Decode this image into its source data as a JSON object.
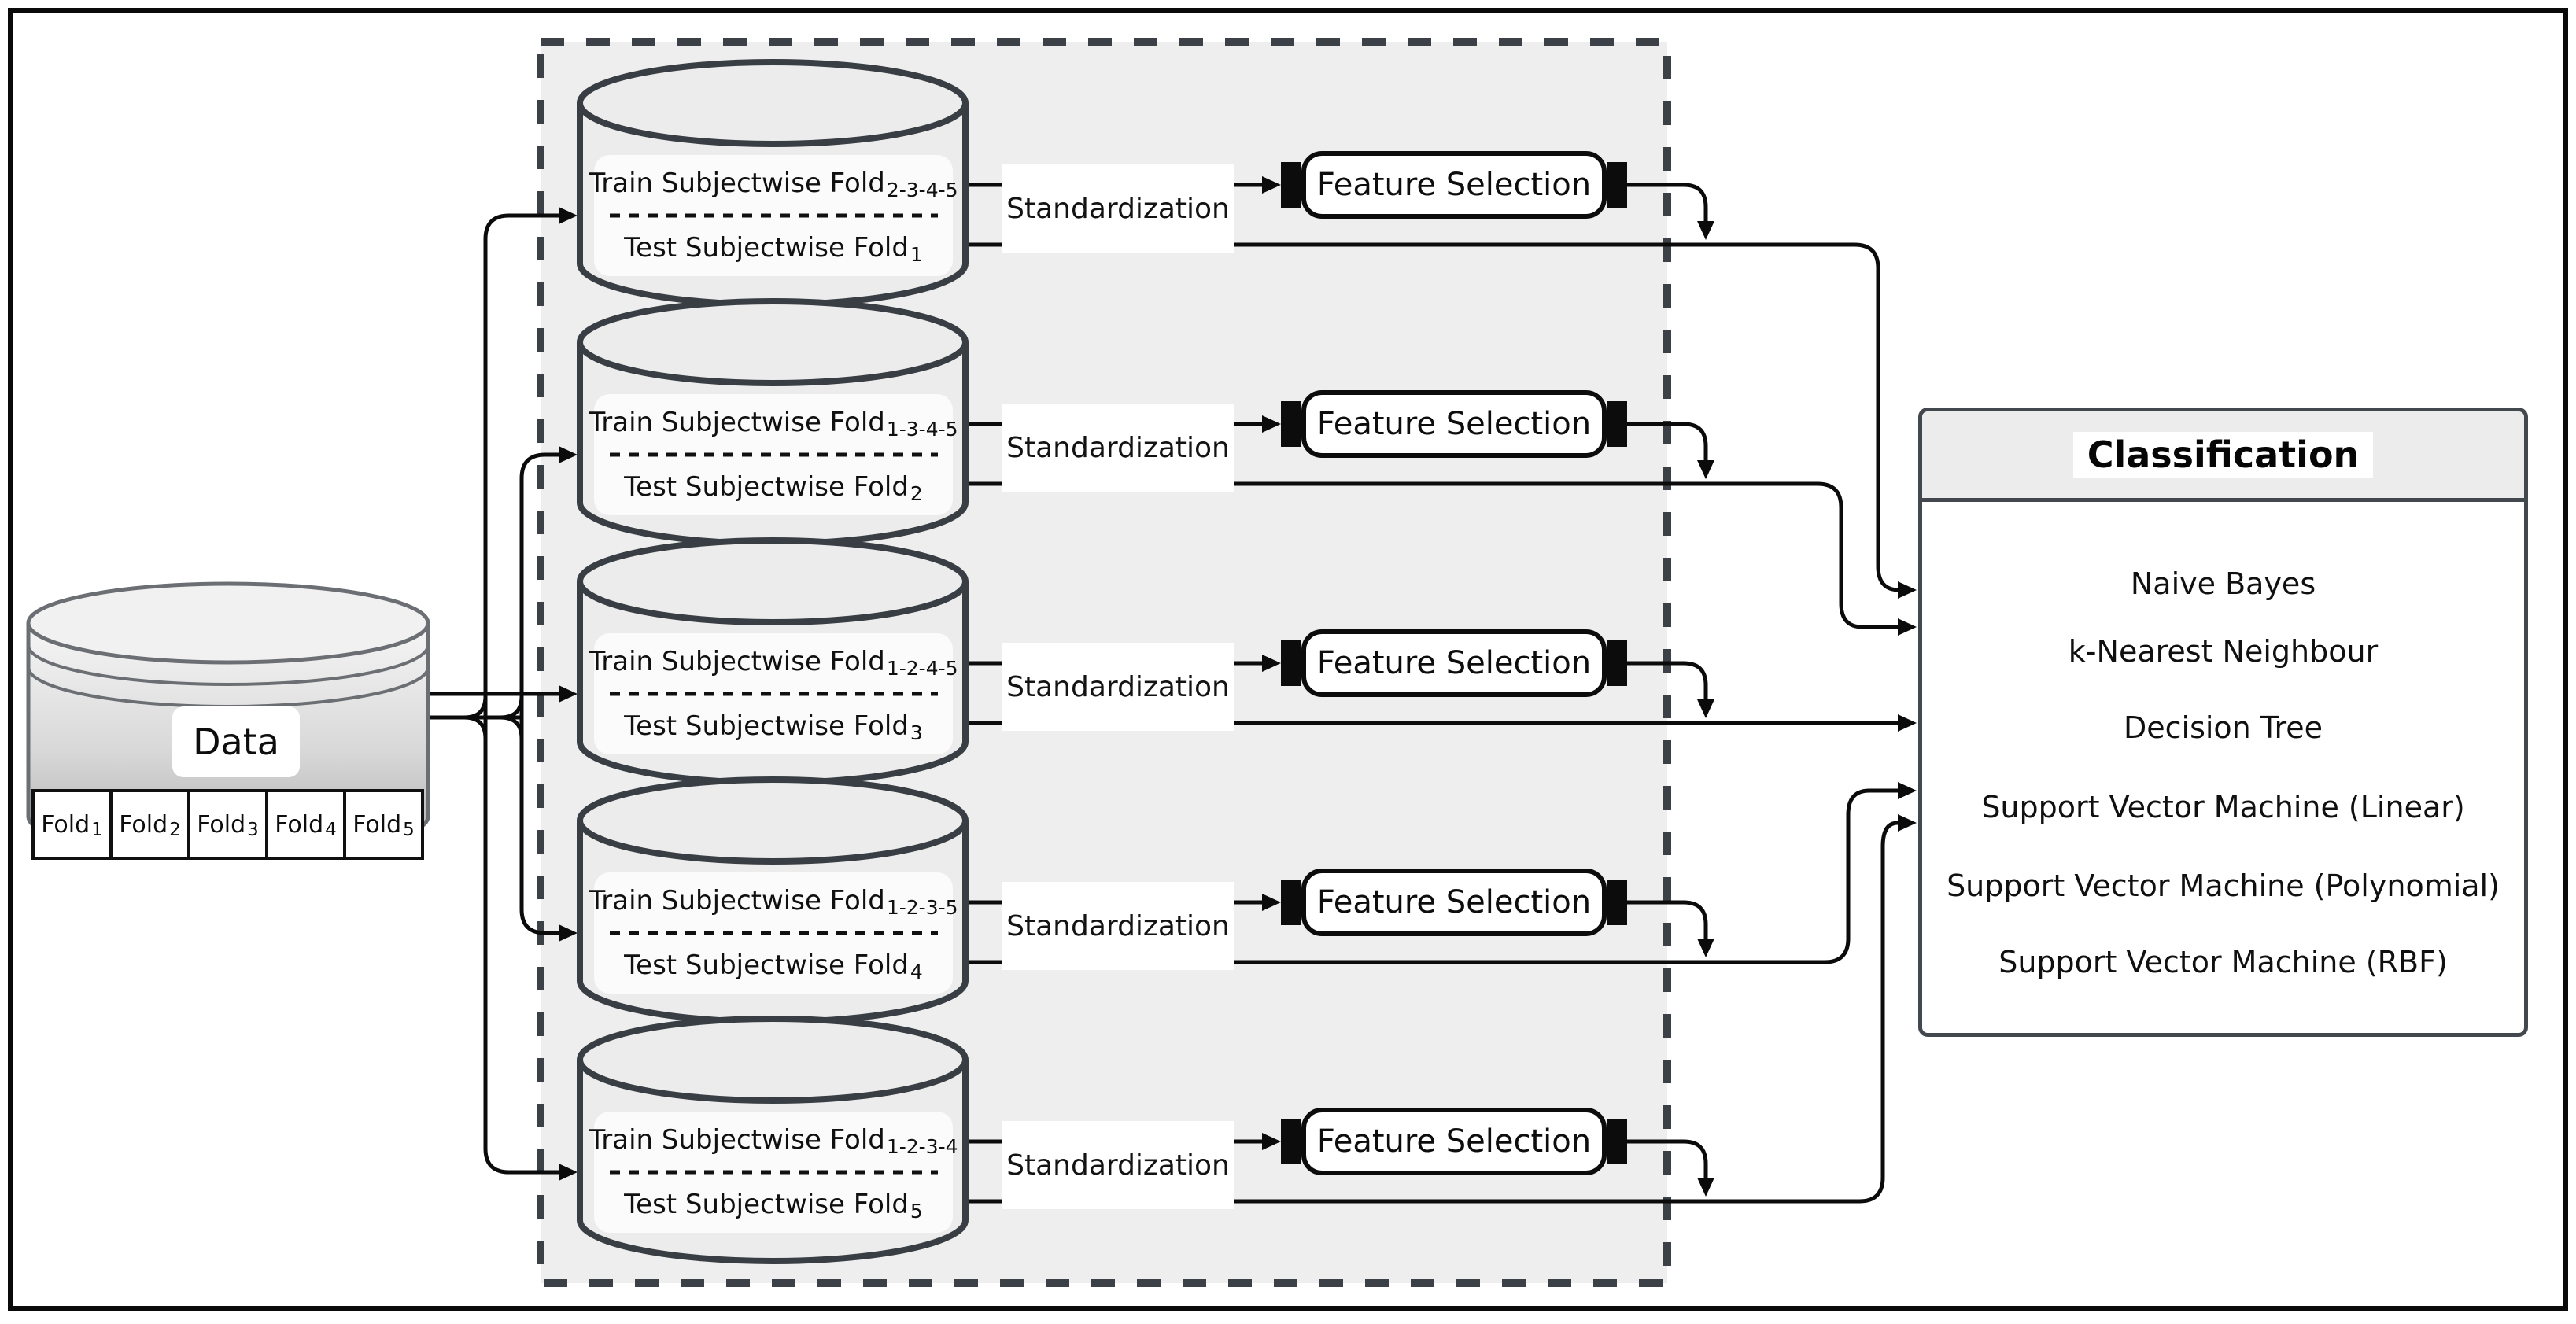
{
  "diagram": {
    "data_store": {
      "label": "Data",
      "folds": [
        {
          "name": "Fold",
          "sub": "1"
        },
        {
          "name": "Fold",
          "sub": "2"
        },
        {
          "name": "Fold",
          "sub": "3"
        },
        {
          "name": "Fold",
          "sub": "4"
        },
        {
          "name": "Fold",
          "sub": "5"
        }
      ]
    },
    "labels": {
      "train_prefix": "Train Subjectwise Fold",
      "test_prefix": "Test Subjectwise Fold",
      "standardization": "Standardization",
      "feature_selection": "Feature Selection"
    },
    "rows": [
      {
        "train_sub": "2-3-4-5",
        "test_sub": "1"
      },
      {
        "train_sub": "1-3-4-5",
        "test_sub": "2"
      },
      {
        "train_sub": "1-2-4-5",
        "test_sub": "3"
      },
      {
        "train_sub": "1-2-3-5",
        "test_sub": "4"
      },
      {
        "train_sub": "1-2-3-4",
        "test_sub": "5"
      }
    ],
    "classification": {
      "title": "Classification",
      "classifiers": [
        "Naive Bayes",
        "k-Nearest Neighbour",
        "Decision Tree",
        "Support Vector Machine (Linear)",
        "Support Vector Machine (Polynomial)",
        "Support Vector Machine (RBF)"
      ]
    },
    "colors": {
      "outline": "#383e43",
      "line": "#0b0b0b",
      "panel_bg": "#eeeeee",
      "box_fill": "#ffffff"
    }
  }
}
